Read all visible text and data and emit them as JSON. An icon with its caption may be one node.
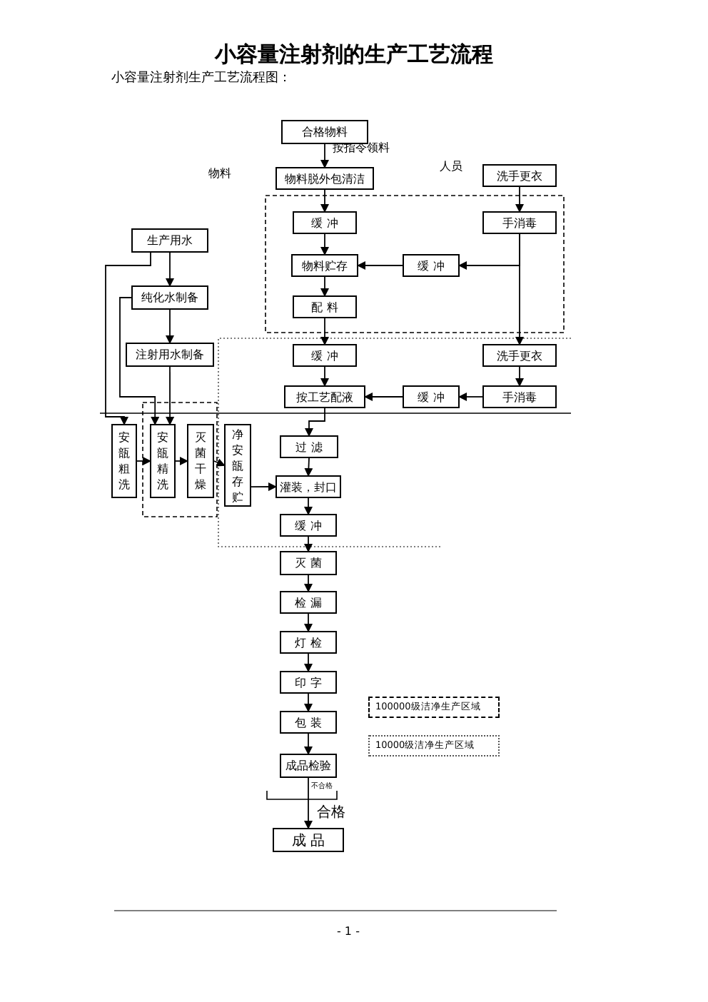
{
  "diagram": {
    "title": "小容量注射剂的生产工艺流程",
    "nodes": [
      {
        "text": [
          "合格物料"
        ]
      },
      {
        "text": [
          "物料脱外包清洁"
        ]
      },
      {
        "text": [
          "洗手更衣"
        ]
      },
      {
        "text": [
          "缓 冲"
        ]
      },
      {
        "text": [
          "手消毒"
        ]
      },
      {
        "text": [
          "物料贮存"
        ]
      },
      {
        "text": [
          "缓 冲"
        ]
      },
      {
        "text": [
          "配 料"
        ]
      },
      {
        "text": [
          "生产用水"
        ]
      },
      {
        "text": [
          "纯化水制备"
        ]
      },
      {
        "text": [
          "注射用水制备"
        ]
      },
      {
        "text": [
          "缓 冲"
        ]
      },
      {
        "text": [
          "洗手更衣"
        ]
      },
      {
        "text": [
          "按工艺配液"
        ]
      },
      {
        "text": [
          "缓 冲"
        ]
      },
      {
        "text": [
          "手消毒"
        ]
      },
      {
        "text": [
          "安瓿粗洗"
        ]
      },
      {
        "text": [
          "安瓿精洗"
        ]
      },
      {
        "text": [
          "灭菌干燥"
        ]
      },
      {
        "text": [
          "净安瓿存贮"
        ]
      },
      {
        "text": [
          "过 滤"
        ]
      },
      {
        "text": [
          "灌装，封口"
        ]
      },
      {
        "text": [
          "缓 冲"
        ]
      },
      {
        "text": [
          "灭 菌"
        ]
      },
      {
        "text": [
          "检 漏"
        ]
      },
      {
        "text": [
          "灯 检"
        ]
      },
      {
        "text": [
          "印 字"
        ]
      },
      {
        "text": [
          "包 装"
        ]
      },
      {
        "text": [
          "成品检验"
        ],
        "beside": [
          "不合格"
        ]
      },
      {
        "text": [
          "成 品"
        ]
      }
    ],
    "edges": [
      {
        "from": 0,
        "to": 1,
        "arrow": "to",
        "label": "按指令领料"
      },
      {
        "from": 1,
        "to": 3,
        "arrow": "to"
      },
      {
        "from": 2,
        "to": 4,
        "arrow": "to"
      },
      {
        "from": 3,
        "to": 5,
        "arrow": "to"
      },
      {
        "from": 4,
        "to": 6,
        "arrow": "to"
      },
      {
        "from": 6,
        "to": 5,
        "arrow": "to"
      },
      {
        "from": 5,
        "to": 7,
        "arrow": "to"
      },
      {
        "from": 4,
        "to": 12,
        "arrow": "to"
      },
      {
        "from": 7,
        "to": 11,
        "arrow": "to"
      },
      {
        "from": 11,
        "to": 13,
        "arrow": "to"
      },
      {
        "from": 12,
        "to": 15,
        "arrow": "to"
      },
      {
        "from": 15,
        "to": 14,
        "arrow": "to"
      },
      {
        "from": 14,
        "to": 13,
        "arrow": "to"
      },
      {
        "from": 8,
        "to": 9,
        "arrow": "to"
      },
      {
        "from": 9,
        "to": 10,
        "arrow": "to"
      },
      {
        "from": 8,
        "to": 16,
        "arrow": "to"
      },
      {
        "from": 9,
        "to": 17,
        "arrow": "to"
      },
      {
        "from": 10,
        "to": 17,
        "arrow": "to"
      },
      {
        "from": 16,
        "to": 17,
        "arrow": "to"
      },
      {
        "from": 17,
        "to": 18,
        "arrow": "to"
      },
      {
        "from": 18,
        "to": 19,
        "arrow": "to"
      },
      {
        "from": 19,
        "to": 21,
        "arrow": "to"
      },
      {
        "from": 13,
        "to": 20,
        "arrow": "to"
      },
      {
        "from": 20,
        "to": 21,
        "arrow": "to"
      },
      {
        "from": 21,
        "to": 22,
        "arrow": "to"
      },
      {
        "from": 22,
        "to": 23,
        "arrow": "to"
      },
      {
        "from": 23,
        "to": 24,
        "arrow": "to"
      },
      {
        "from": 24,
        "to": 25,
        "arrow": "to"
      },
      {
        "from": 25,
        "to": 26,
        "arrow": "to"
      },
      {
        "from": 26,
        "to": 27,
        "arrow": "to"
      },
      {
        "from": 27,
        "to": 28,
        "arrow": "to"
      },
      {
        "from": 28,
        "to": 29,
        "arrow": "to",
        "label": "合格"
      }
    ],
    "labels": [
      "小容量注射剂生产工艺流程图：",
      "物料",
      "人员",
      "- 1 -"
    ],
    "legend": [
      {
        "text": "100000级洁净生产区域"
      },
      {
        "text": "10000级洁净生产区域"
      }
    ]
  }
}
